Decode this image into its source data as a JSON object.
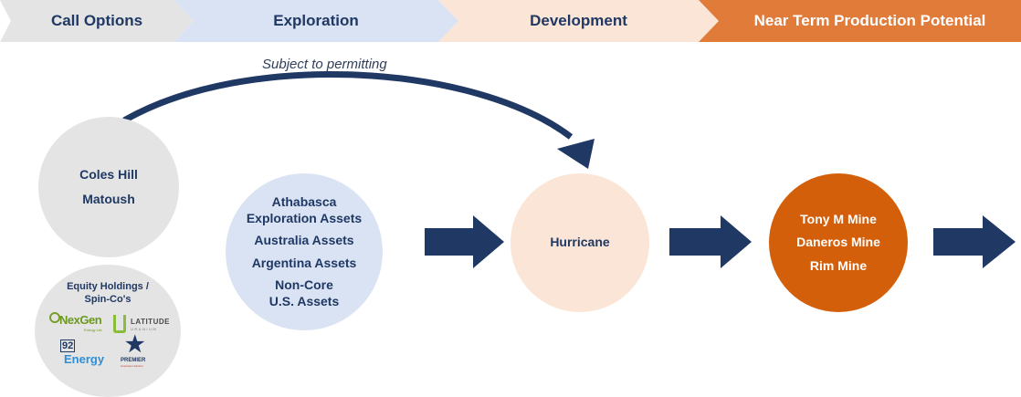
{
  "stages": [
    {
      "label": "Call Options",
      "fill": "#e4e4e4",
      "text_color": "#1f3864"
    },
    {
      "label": "Exploration",
      "fill": "#dae3f3",
      "text_color": "#1f3864"
    },
    {
      "label": "Development",
      "fill": "#fbe5d6",
      "text_color": "#1f3864"
    },
    {
      "label": "Near Term Production Potential",
      "fill": "#e07b39",
      "text_color": "#ffffff"
    }
  ],
  "permit_note": "Subject to permitting",
  "call_options": {
    "line1": "Coles Hill",
    "line2": "Matoush"
  },
  "equity": {
    "title_line1": "Equity Holdings /",
    "title_line2": "Spin-Co's",
    "logos": {
      "nexgen": "NexGen",
      "nexgen_sub": "Energy Ltd.",
      "latitude": "LATITUDE",
      "latitude_sub": "URANIUM",
      "energy92_num": "92",
      "energy92_word": "Energy",
      "premier": "PREMIER",
      "premier_sub": "American Uranium"
    }
  },
  "exploration_items": [
    "Athabasca Exploration Assets",
    "Australia Assets",
    "Argentina Assets",
    "Non-Core U.S. Assets"
  ],
  "development_item": "Hurricane",
  "production_items": [
    "Tony M Mine",
    "Daneros Mine",
    "Rim Mine"
  ],
  "colors": {
    "navy": "#1f3864",
    "orange": "#d35f0a",
    "light_blue": "#dae3f3",
    "peach": "#fbe5d6",
    "grey": "#e4e4e4"
  }
}
